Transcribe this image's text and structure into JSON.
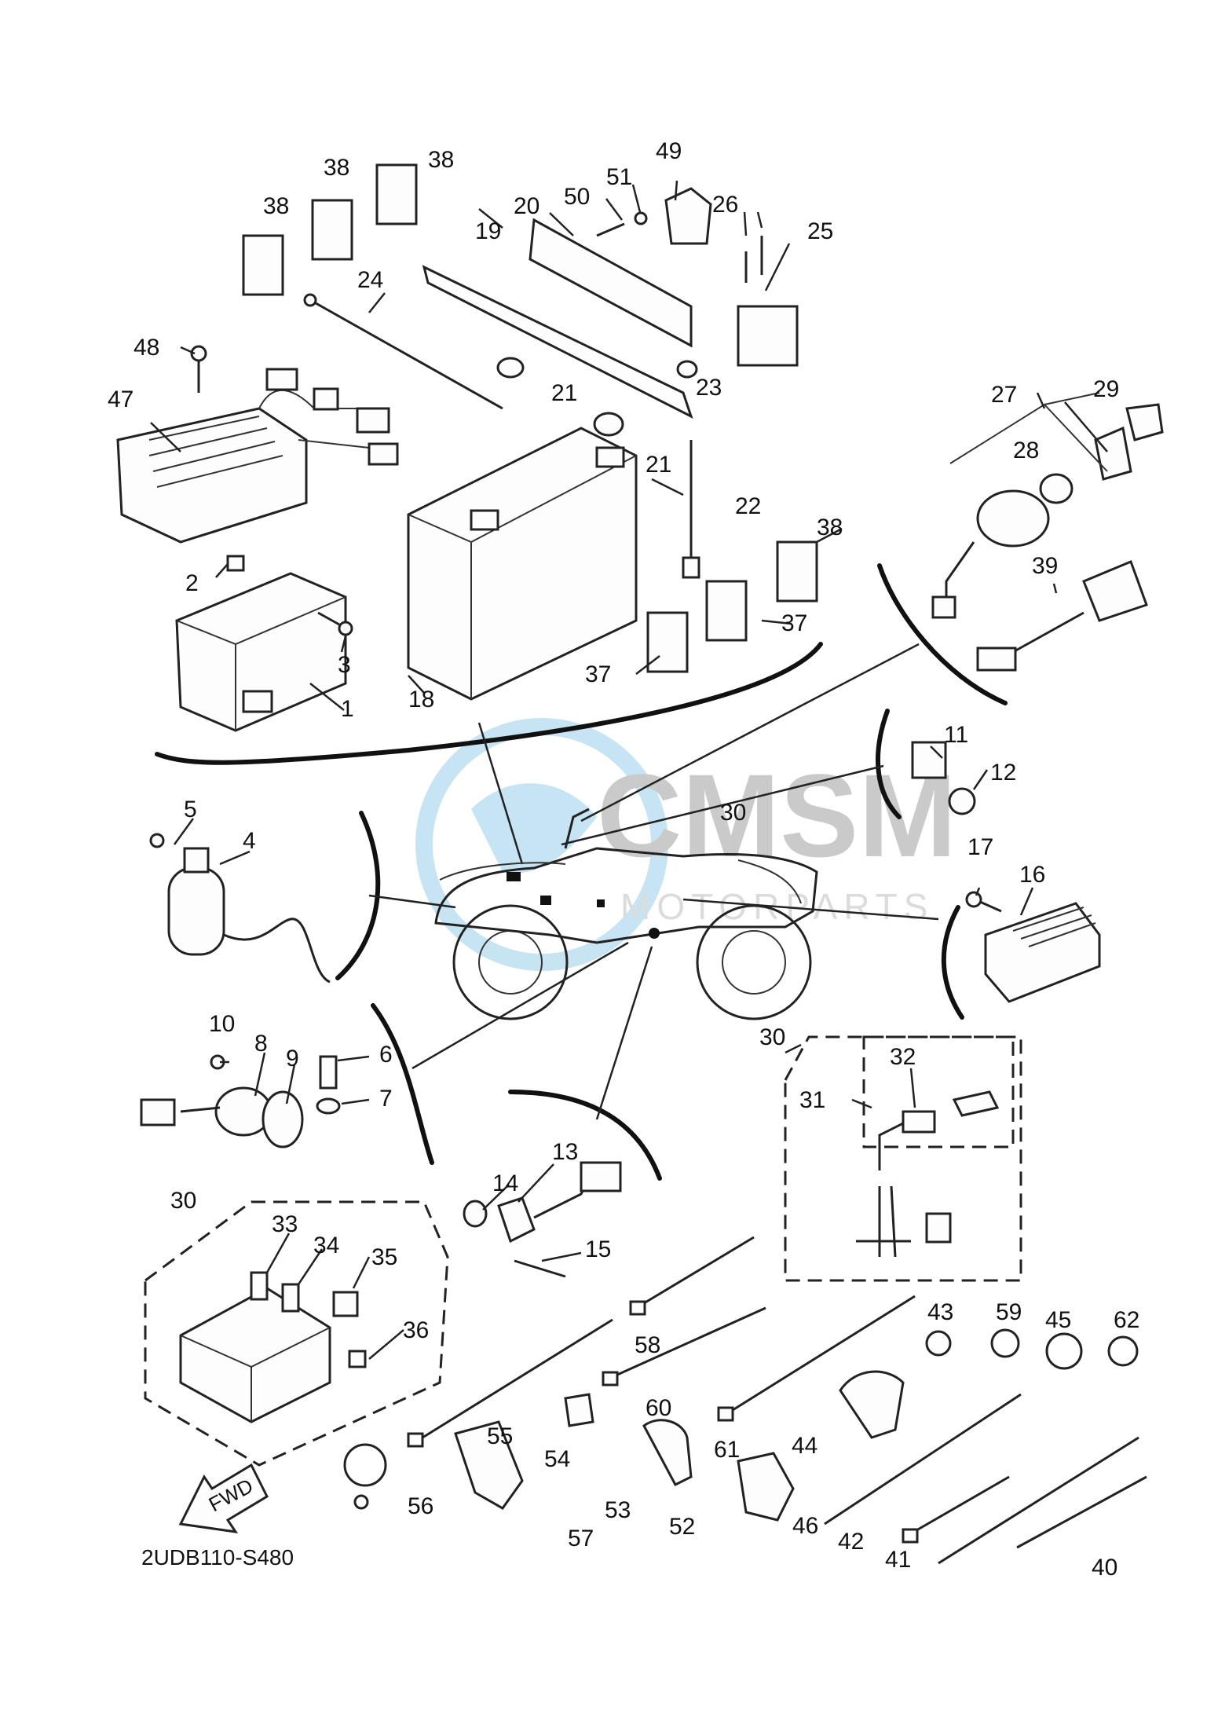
{
  "diagram": {
    "code": "2UDB110-S480",
    "fwd_label": "FWD",
    "watermark": {
      "brand": "CMSM",
      "sub": "MOTORPARTS",
      "color": "#5fb3de"
    },
    "callouts": [
      "1",
      "2",
      "3",
      "4",
      "5",
      "6",
      "7",
      "8",
      "9",
      "10",
      "11",
      "12",
      "13",
      "14",
      "15",
      "16",
      "17",
      "18",
      "19",
      "20",
      "21",
      "21",
      "22",
      "23",
      "24",
      "25",
      "26",
      "27",
      "28",
      "29",
      "30",
      "30",
      "30",
      "31",
      "32",
      "33",
      "34",
      "35",
      "36",
      "37",
      "37",
      "38",
      "38",
      "38",
      "38",
      "39",
      "40",
      "41",
      "42",
      "43",
      "44",
      "45",
      "46",
      "47",
      "48",
      "49",
      "50",
      "51",
      "52",
      "53",
      "54",
      "55",
      "56",
      "57",
      "58",
      "59",
      "60",
      "61",
      "62"
    ]
  }
}
